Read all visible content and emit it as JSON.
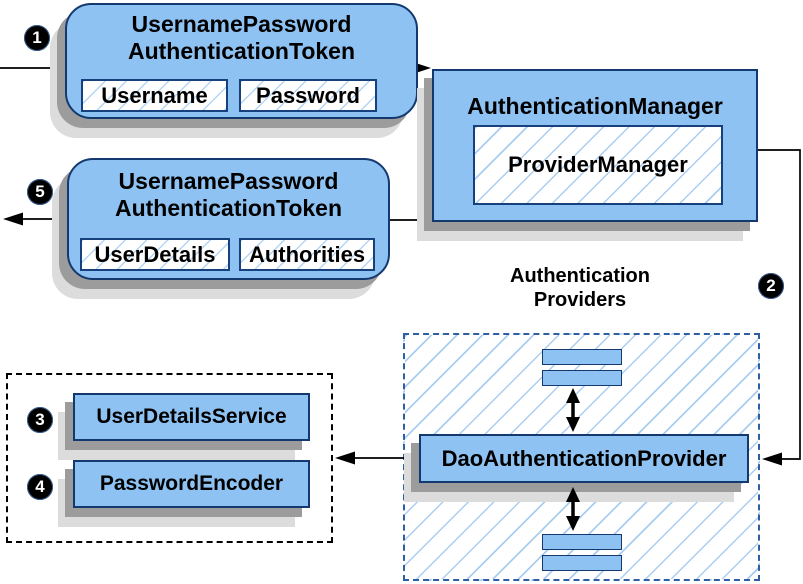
{
  "steps": {
    "one": "1",
    "two": "2",
    "three": "3",
    "four": "4",
    "five": "5"
  },
  "request_token": {
    "title1": "UsernamePassword",
    "title2": "AuthenticationToken",
    "field1": "Username",
    "field2": "Password"
  },
  "auth_manager": {
    "title": "AuthenticationManager",
    "inner": "ProviderManager"
  },
  "result_token": {
    "title1": "UsernamePassword",
    "title2": "AuthenticationToken",
    "field1": "UserDetails",
    "field2": "Authorities"
  },
  "providers": {
    "label1": "Authentication",
    "label2": "Providers",
    "dao": "DaoAuthenticationProvider"
  },
  "services": {
    "user_details_service": "UserDetailsService",
    "password_encoder": "PasswordEncoder"
  },
  "colors": {
    "box_fill": "#8ec2f3",
    "box_border": "#14396f",
    "hatch_line": "#a9cdf2",
    "dashed_blue": "#2e5fa3",
    "shadow_dark": "#9c9c9c",
    "shadow_light": "#dcdcdc",
    "connector": "#000000"
  }
}
